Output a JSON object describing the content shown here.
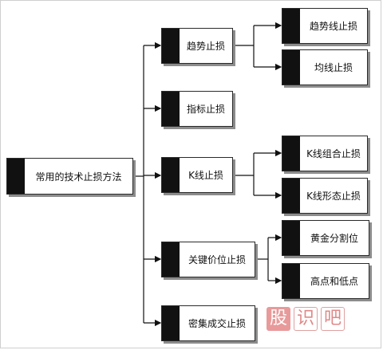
{
  "diagram": {
    "root": {
      "label": "常用的技术止损方法"
    },
    "branches": [
      {
        "label": "趋势止损",
        "children": [
          {
            "label": "趋势线止损"
          },
          {
            "label": "均线止损"
          }
        ]
      },
      {
        "label": "指标止损",
        "children": []
      },
      {
        "label": "K线止损",
        "children": [
          {
            "label": "K线组合止损"
          },
          {
            "label": "K线形态止损"
          }
        ]
      },
      {
        "label": "关键价位止损",
        "children": [
          {
            "label": "黄金分割位"
          },
          {
            "label": "高点和低点"
          }
        ]
      },
      {
        "label": "密集成交止损",
        "children": []
      }
    ]
  },
  "watermark": {
    "chars": [
      "股",
      "识",
      "吧"
    ]
  }
}
